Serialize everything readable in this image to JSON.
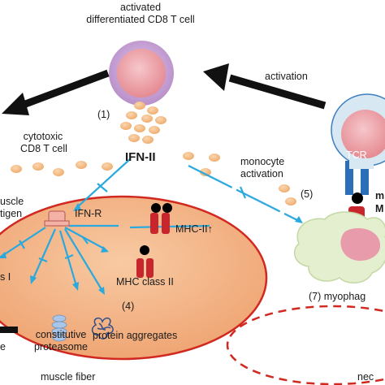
{
  "labels": {
    "activated_cell": [
      "activated",
      "differentiated CD8 T cell"
    ],
    "activation": "activation",
    "num_1": "(1)",
    "cytotoxic": [
      "cytotoxic",
      "CD8 T cell"
    ],
    "ifn": "IFN-II",
    "monocyte_activation": [
      "monocyte",
      "activation"
    ],
    "num_5": "(5)",
    "tcr": "TCR",
    "right_cut_1": "m",
    "right_cut_2": "M",
    "muscle_antigen": [
      "uscle",
      "tigen"
    ],
    "ifn_r": "IFN-R",
    "mhc_ii_up": "MHC-II↑",
    "class_i": "s I",
    "mhc_class_ii": "MHC class II",
    "num_4": "(4)",
    "myophag": "(7)  myophag",
    "constitutive": [
      "constitutive",
      "proteasome"
    ],
    "protein_aggregates": "protein aggregates",
    "left_e": "e",
    "muscle_fiber": "muscle fiber",
    "nec": "nec"
  },
  "colors": {
    "cell_outer": "#c9a2d6",
    "cell_inner": "#ef9fa4",
    "cytokine": "#f4b97c",
    "blue_line": "#29a9dd",
    "muscle_fill": "#f2b082",
    "muscle_stroke": "#d1281f",
    "mhc_red": "#c8262c",
    "macrophage_fill": "#e4efcf",
    "macrophage_nucleus": "#e89bab",
    "tcr_blue": "#2b6fb8"
  }
}
